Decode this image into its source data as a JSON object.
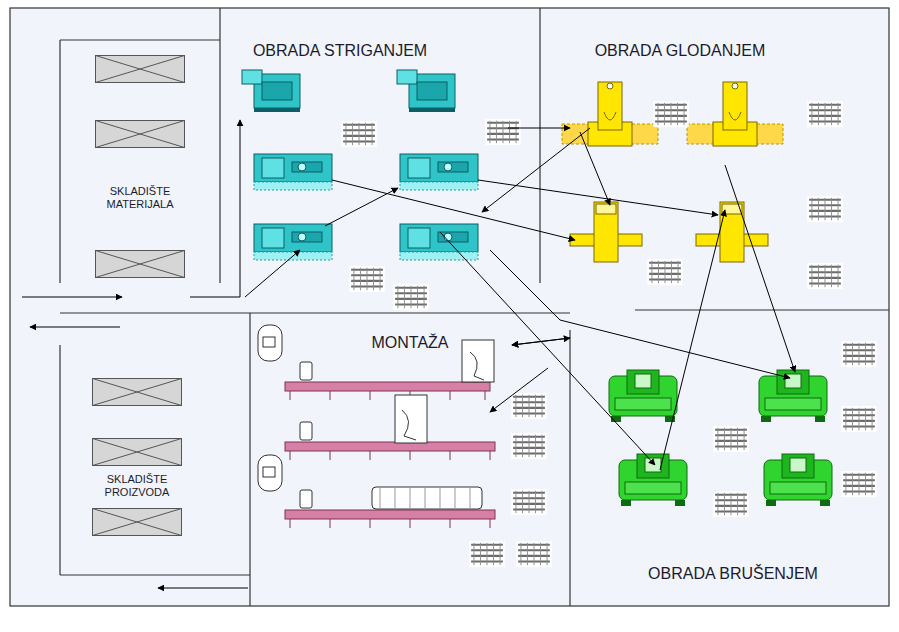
{
  "diagram": {
    "nodes": [
      {
        "text": [
          "SKLADIŠTE MATERIJALA"
        ]
      },
      {
        "text": [
          "OBRADA STRIGANJEM"
        ]
      },
      {
        "text": [
          "OBRADA GLODANJEM"
        ]
      },
      {
        "text": [
          "MONTAŽA"
        ]
      },
      {
        "text": [
          "SKLADIŠTE PROIZVODA"
        ]
      },
      {
        "text": [
          "OBRADA BRUŠENJEM"
        ]
      }
    ]
  }
}
